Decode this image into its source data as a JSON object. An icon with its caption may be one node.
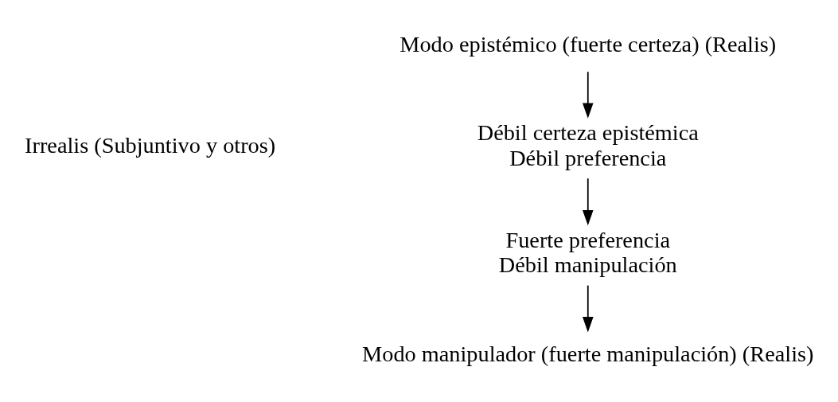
{
  "diagram": {
    "nodes": [
      {
        "text": [
          "Modo epistémico (fuerte certeza) (Realis)"
        ]
      },
      {
        "text": [
          "Débil certeza epistémica",
          "Débil preferencia"
        ]
      },
      {
        "text": [
          "Fuerte preferencia",
          "Débil manipulación"
        ]
      },
      {
        "text": [
          "Modo manipulador (fuerte manipulación) (Realis)"
        ]
      }
    ],
    "edges": [
      {
        "from": 0,
        "to": 1,
        "arrow": "to"
      },
      {
        "from": 1,
        "to": 2,
        "arrow": "to"
      },
      {
        "from": 2,
        "to": 3,
        "arrow": "to"
      }
    ],
    "labels": [
      "Irrealis (Subjuntivo y otros)"
    ]
  }
}
